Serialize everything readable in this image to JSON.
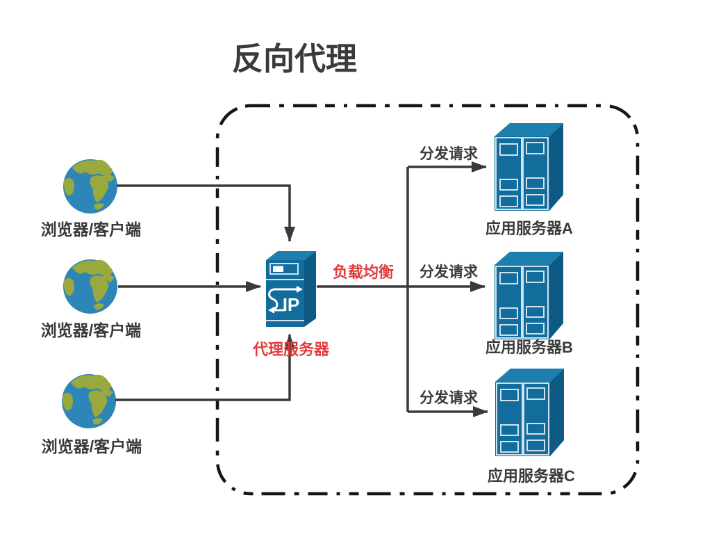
{
  "title": "反向代理",
  "clients": [
    {
      "label": "浏览器/客户端"
    },
    {
      "label": "浏览器/客户端"
    },
    {
      "label": "浏览器/客户端"
    }
  ],
  "proxy": {
    "label": "代理服务器",
    "chip_text": "IP"
  },
  "flow": {
    "load_balance": "负载均衡",
    "dispatch_a": "分发请求",
    "dispatch_b": "分发请求",
    "dispatch_c": "分发请求"
  },
  "servers": [
    {
      "label": "应用服务器A"
    },
    {
      "label": "应用服务器B"
    },
    {
      "label": "应用服务器C"
    }
  ],
  "colors": {
    "accent_red": "#e03c3c",
    "line_dark": "#3a3a3a",
    "server_blue_front": "#136d9c",
    "server_blue_side": "#0d5b85",
    "server_blue_top": "#1e7fae",
    "globe_blue": "#2e86b8",
    "globe_green": "#99a93d"
  }
}
